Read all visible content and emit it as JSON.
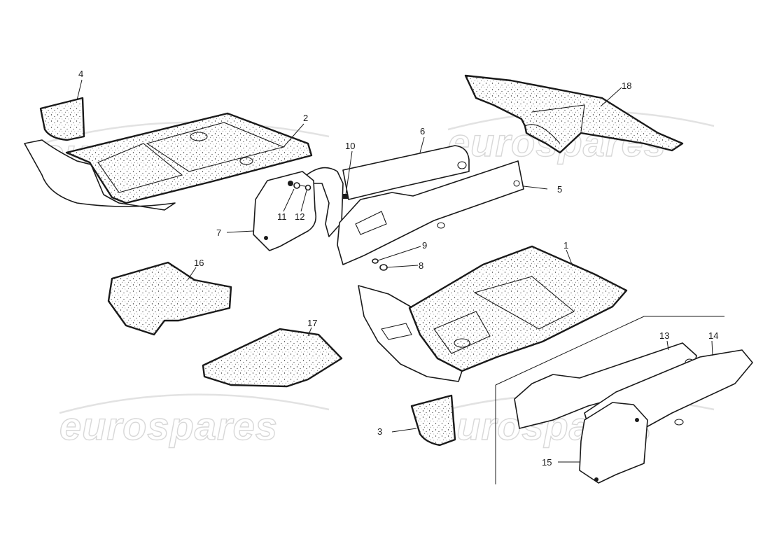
{
  "watermark": {
    "text": "eurospares"
  },
  "callouts": [
    {
      "id": "1",
      "label": "1"
    },
    {
      "id": "2",
      "label": "2"
    },
    {
      "id": "3",
      "label": "3"
    },
    {
      "id": "4",
      "label": "4"
    },
    {
      "id": "5",
      "label": "5"
    },
    {
      "id": "6",
      "label": "6"
    },
    {
      "id": "7",
      "label": "7"
    },
    {
      "id": "8",
      "label": "8"
    },
    {
      "id": "9",
      "label": "9"
    },
    {
      "id": "10",
      "label": "10"
    },
    {
      "id": "11",
      "label": "11"
    },
    {
      "id": "12",
      "label": "12"
    },
    {
      "id": "13",
      "label": "13"
    },
    {
      "id": "14",
      "label": "14"
    },
    {
      "id": "15",
      "label": "15"
    },
    {
      "id": "16",
      "label": "16"
    },
    {
      "id": "17",
      "label": "17"
    },
    {
      "id": "18",
      "label": "18"
    }
  ]
}
